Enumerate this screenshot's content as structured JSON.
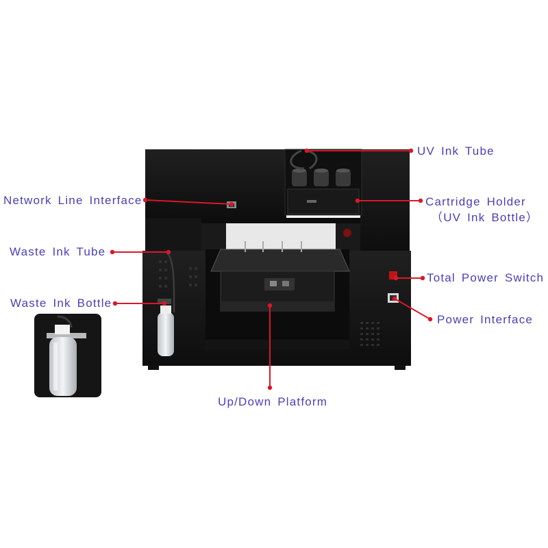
{
  "colors": {
    "label_text": "#4a3fb8",
    "leader_line": "#d91828",
    "printer_body": "#161616",
    "printer_panel": "#222222",
    "printer_shadow": "#0a0a0a"
  },
  "labels": {
    "uv_ink_tube": "UV Ink Tube",
    "network_line_interface": "Network Line Interface",
    "cartridge_holder": "Cartridge Holder",
    "cartridge_holder_sub": "（UV Ink Bottle）",
    "waste_ink_tube": "Waste Ink Tube",
    "total_power_switch": "Total Power Switch",
    "waste_ink_bottle": "Waste Ink Bottle",
    "power_interface": "Power Interface",
    "up_down_platform": "Up/Down Platform"
  }
}
